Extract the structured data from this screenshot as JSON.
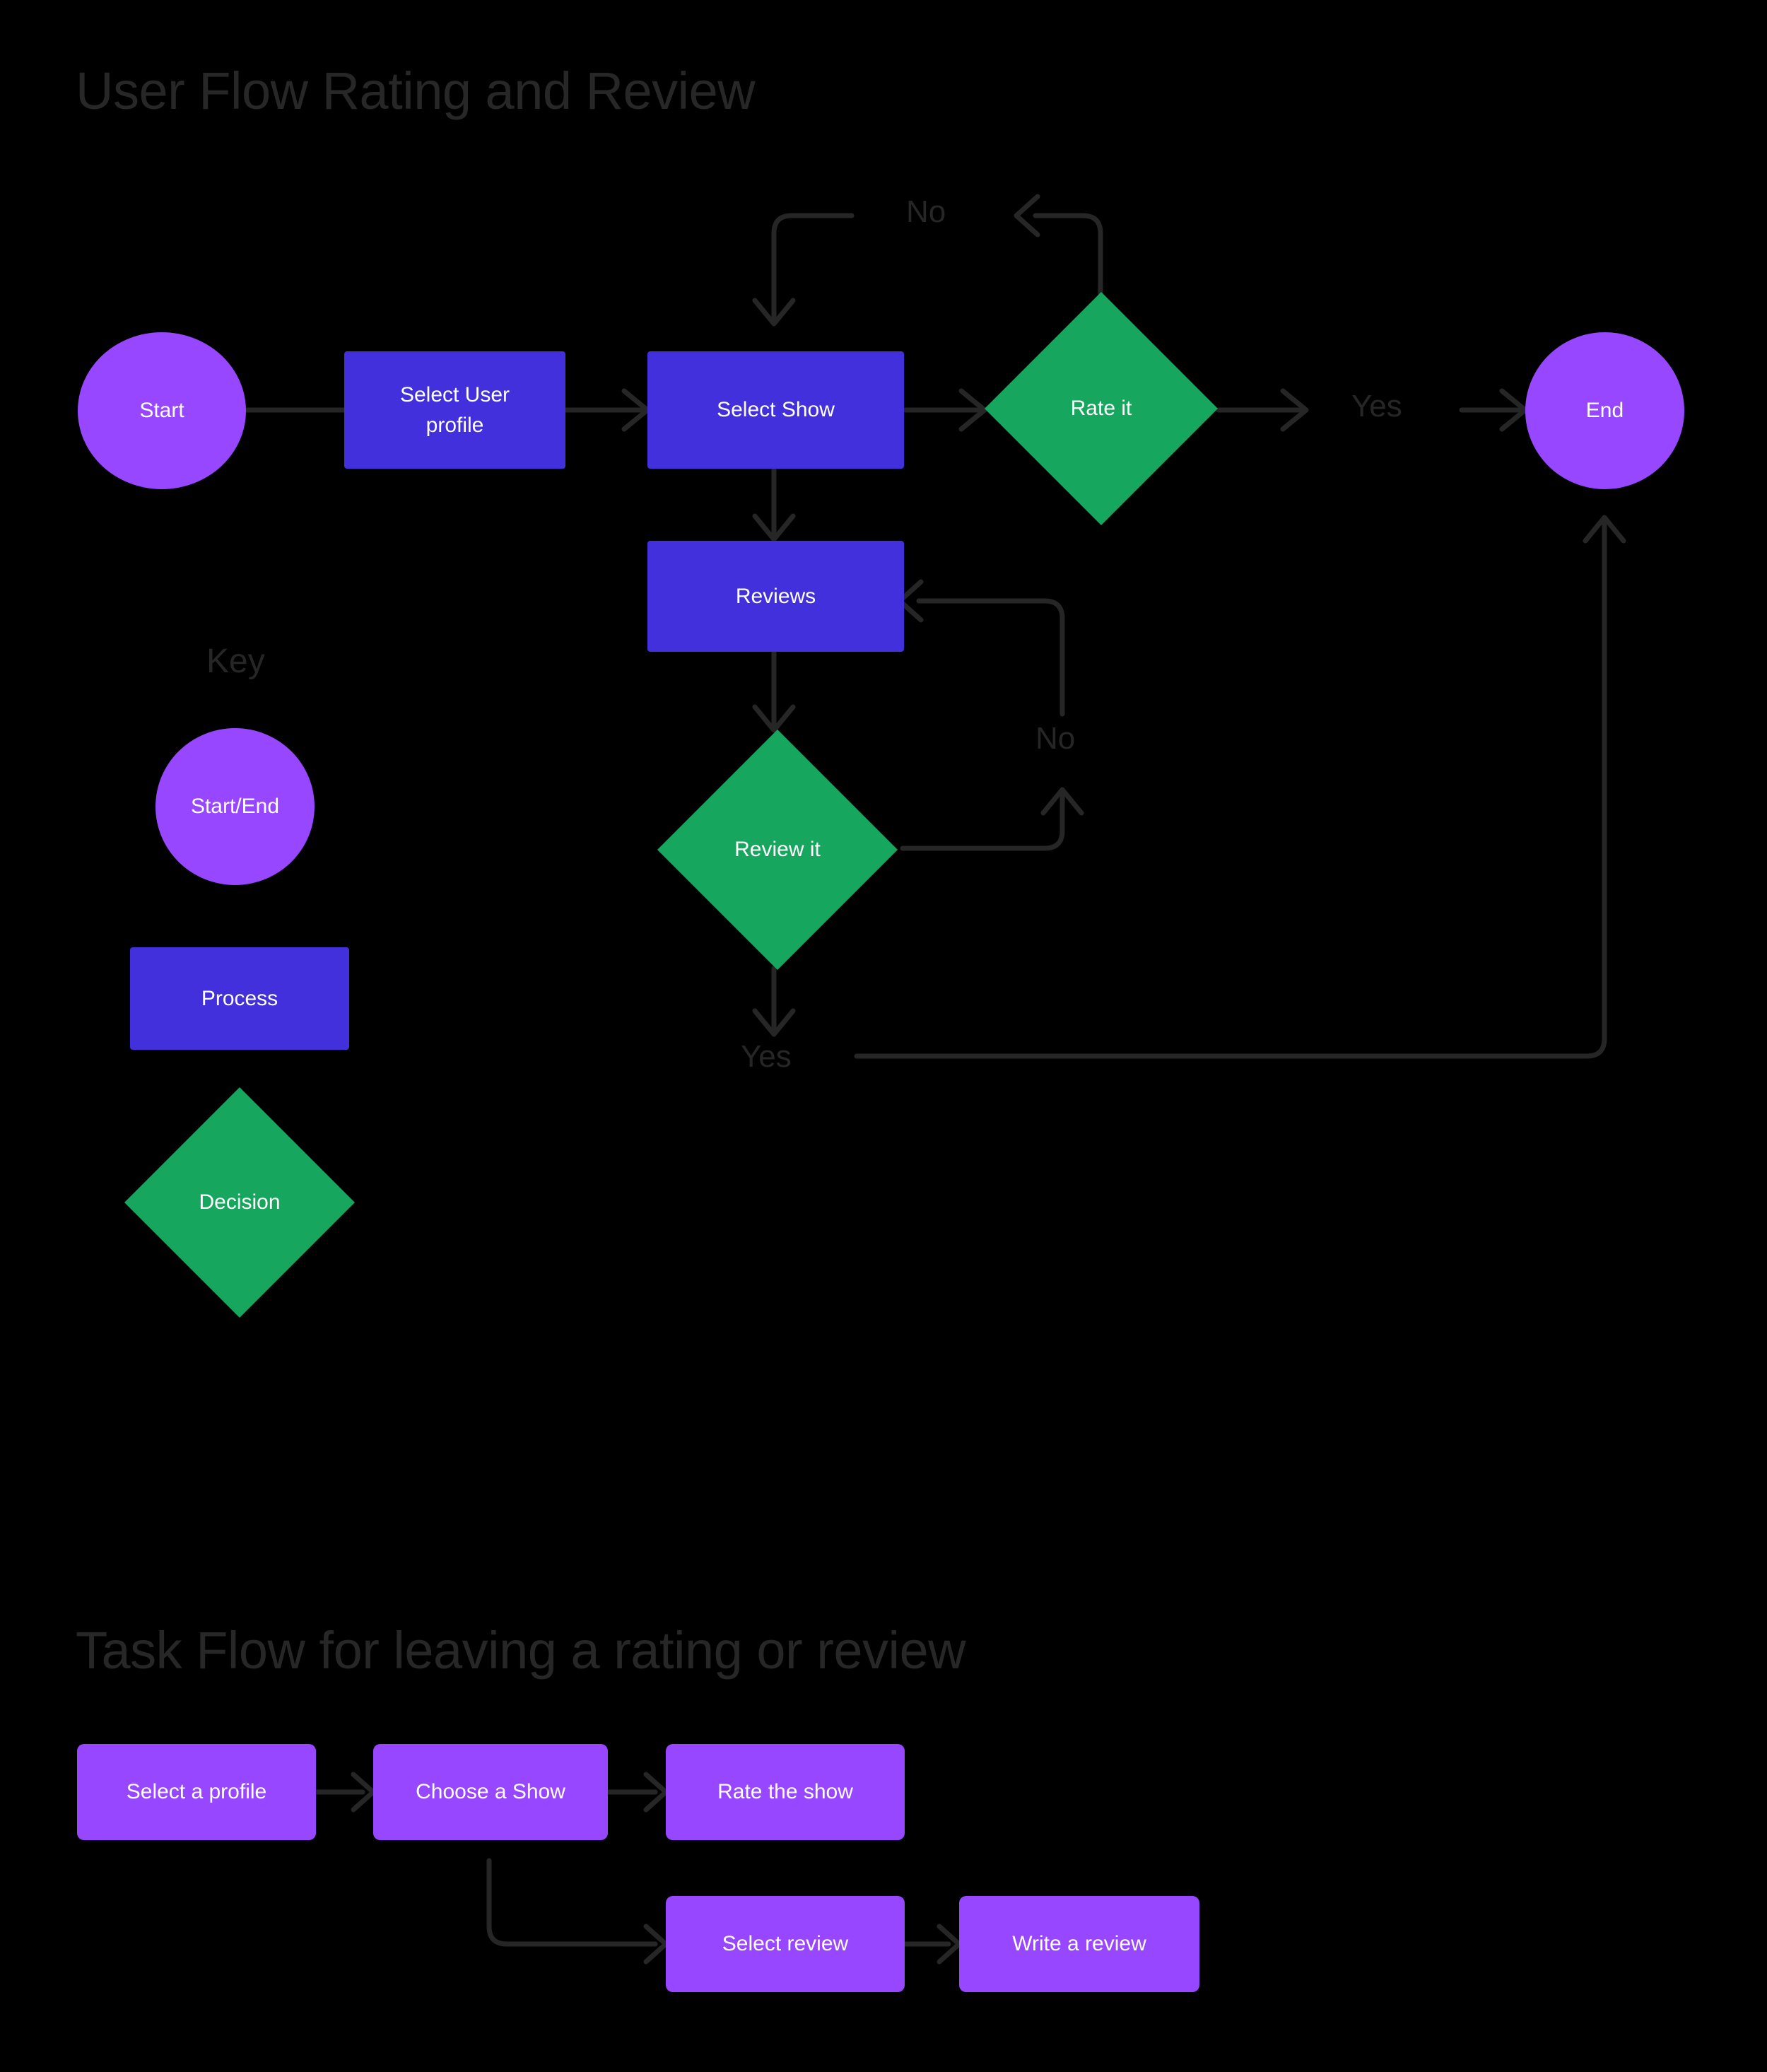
{
  "page": {
    "background_color": "#000000",
    "title_color": "#272727",
    "arrow_color": "#262626",
    "node_text_color": "#ffffff"
  },
  "palette": {
    "start_end": "#9747ff",
    "process": "#4130db",
    "decision": "#17a65d",
    "task_box": "#9747ff"
  },
  "sections": {
    "user_flow": {
      "title": "User Flow Rating and Review"
    },
    "task_flow": {
      "title": "Task Flow for leaving a rating or review"
    }
  },
  "user_flow": {
    "nodes": [
      {
        "id": "start",
        "label": "Start",
        "shape": "ellipse"
      },
      {
        "id": "select-user",
        "label": "Select User\nprofile",
        "shape": "process"
      },
      {
        "id": "select-show",
        "label": "Select Show",
        "shape": "process"
      },
      {
        "id": "rate-it",
        "label": "Rate it",
        "shape": "decision"
      },
      {
        "id": "end",
        "label": "End",
        "shape": "ellipse"
      },
      {
        "id": "reviews",
        "label": "Reviews",
        "shape": "process"
      },
      {
        "id": "review-it",
        "label": "Review it",
        "shape": "decision"
      }
    ],
    "edge_labels": {
      "rate_no": "No",
      "rate_yes": "Yes",
      "review_no": "No",
      "review_yes": "Yes"
    },
    "edges": [
      {
        "from": "start",
        "to": "select-user",
        "label": ""
      },
      {
        "from": "select-user",
        "to": "select-show",
        "label": ""
      },
      {
        "from": "select-show",
        "to": "rate-it",
        "label": ""
      },
      {
        "from": "rate-it",
        "to": "end",
        "label": "Yes"
      },
      {
        "from": "rate-it",
        "to": "select-show",
        "label": "No"
      },
      {
        "from": "select-show",
        "to": "reviews",
        "label": ""
      },
      {
        "from": "reviews",
        "to": "review-it",
        "label": ""
      },
      {
        "from": "review-it",
        "to": "reviews",
        "label": "No"
      },
      {
        "from": "review-it",
        "to": "end",
        "label": "Yes"
      }
    ]
  },
  "key": {
    "heading": "Key",
    "items": [
      {
        "label": "Start/End",
        "shape": "ellipse"
      },
      {
        "label": "Process",
        "shape": "process"
      },
      {
        "label": "Decision",
        "shape": "decision"
      }
    ]
  },
  "task_flow": {
    "nodes": [
      {
        "id": "select-profile",
        "label": "Select a profile"
      },
      {
        "id": "choose-show",
        "label": "Choose a Show"
      },
      {
        "id": "rate-show",
        "label": "Rate the show"
      },
      {
        "id": "select-review",
        "label": "Select review"
      },
      {
        "id": "write-review",
        "label": "Write a review"
      }
    ],
    "edges": [
      {
        "from": "select-profile",
        "to": "choose-show"
      },
      {
        "from": "choose-show",
        "to": "rate-show"
      },
      {
        "from": "choose-show",
        "to": "select-review"
      },
      {
        "from": "select-review",
        "to": "write-review"
      }
    ]
  }
}
